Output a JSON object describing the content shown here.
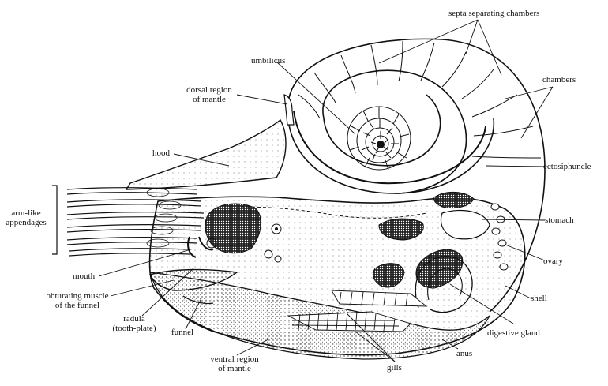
{
  "labels": {
    "septa": "septa separating chambers",
    "umbilicus": "umbilicus",
    "chambers": "chambers",
    "dorsal_line1": "dorsal region",
    "dorsal_line2": "of mantle",
    "hood": "hood",
    "ectosiphuncle": "ectosiphuncle",
    "arm_line1": "arm-like",
    "arm_line2": "appendages",
    "stomach": "stomach",
    "ovary": "ovary",
    "mouth": "mouth",
    "obturating_line1": "obturating muscle",
    "obturating_line2": "of the funnel",
    "shell": "shell",
    "radula_line1": "radula",
    "radula_line2": "(tooth-plate)",
    "funnel": "funnel",
    "digestive": "digestive gland",
    "anus": "anus",
    "ventral_line1": "ventral region",
    "ventral_line2": "of mantle",
    "gills": "gills"
  },
  "colors": {
    "ink": "#111111",
    "stipple": "#333333",
    "background": "#ffffff"
  }
}
